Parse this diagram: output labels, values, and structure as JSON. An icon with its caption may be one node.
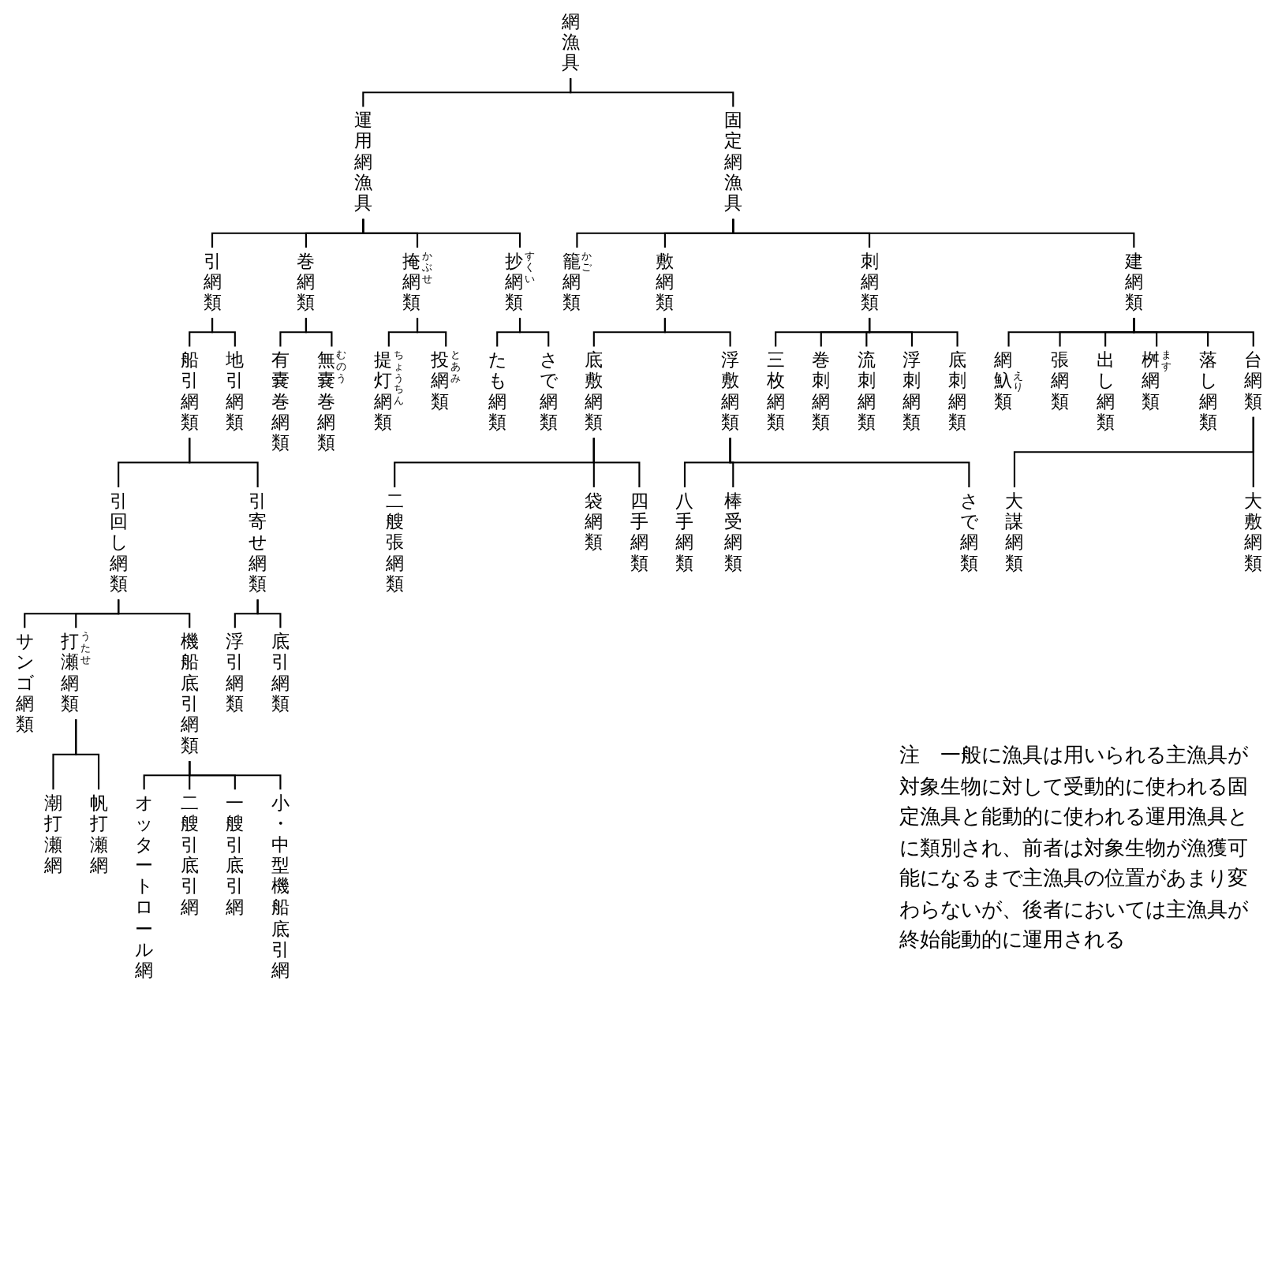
{
  "diagram": {
    "nodes": [
      {
        "text": [
          "網漁具"
        ]
      },
      {
        "text": [
          "運用網漁具"
        ]
      },
      {
        "text": [
          "引網類"
        ]
      },
      {
        "text": [
          "船引網類"
        ]
      },
      {
        "text": [
          "引回し網類"
        ]
      },
      {
        "text": [
          "サンゴ網類"
        ]
      },
      {
        "text": [
          "打瀬網類"
        ],
        "beside": [
          "うたせ"
        ]
      },
      {
        "text": [
          "潮打瀬網"
        ]
      },
      {
        "text": [
          "帆打瀬網"
        ]
      },
      {
        "text": [
          "機船底引網類"
        ]
      },
      {
        "text": [
          "オッタートロール網"
        ]
      },
      {
        "text": [
          "二艘引底引網"
        ]
      },
      {
        "text": [
          "一艘引底引網"
        ]
      },
      {
        "text": [
          "小・中型機船底引網"
        ]
      },
      {
        "text": [
          "引寄せ網類"
        ]
      },
      {
        "text": [
          "浮引網類"
        ]
      },
      {
        "text": [
          "底引網類"
        ]
      },
      {
        "text": [
          "地引網類"
        ]
      },
      {
        "text": [
          "巻網類"
        ]
      },
      {
        "text": [
          "有嚢巻網類"
        ]
      },
      {
        "text": [
          "無嚢巻網類"
        ],
        "beside": [
          "むのう"
        ]
      },
      {
        "text": [
          "掩網類"
        ],
        "beside": [
          "かぶせ"
        ]
      },
      {
        "text": [
          "提灯網類"
        ],
        "beside": [
          "ちょうちん"
        ]
      },
      {
        "text": [
          "投網類"
        ],
        "beside": [
          "とあみ"
        ]
      },
      {
        "text": [
          "抄網類"
        ],
        "beside": [
          "すくい"
        ]
      },
      {
        "text": [
          "たも網類"
        ]
      },
      {
        "text": [
          "さで網類"
        ]
      },
      {
        "text": [
          "固定網漁具"
        ]
      },
      {
        "text": [
          "籠網類"
        ],
        "beside": [
          "かご"
        ]
      },
      {
        "text": [
          "敷網類"
        ]
      },
      {
        "text": [
          "底敷網類"
        ]
      },
      {
        "text": [
          "二艘張網類"
        ]
      },
      {
        "text": [
          "袋網類"
        ]
      },
      {
        "text": [
          "四手網類"
        ]
      },
      {
        "text": [
          "浮敷網類"
        ]
      },
      {
        "text": [
          "八手網類"
        ]
      },
      {
        "text": [
          "棒受網類"
        ]
      },
      {
        "text": [
          "さで網類"
        ]
      },
      {
        "text": [
          "刺網類"
        ]
      },
      {
        "text": [
          "三枚網類"
        ]
      },
      {
        "text": [
          "巻刺網類"
        ]
      },
      {
        "text": [
          "流刺網類"
        ]
      },
      {
        "text": [
          "浮刺網類"
        ]
      },
      {
        "text": [
          "底刺網類"
        ]
      },
      {
        "text": [
          "建網類"
        ]
      },
      {
        "text": [
          "網魞類"
        ],
        "beside": [
          "えり"
        ]
      },
      {
        "text": [
          "張網類"
        ]
      },
      {
        "text": [
          "出し網類"
        ]
      },
      {
        "text": [
          "桝網類"
        ],
        "beside": [
          "ます"
        ]
      },
      {
        "text": [
          "落し網類"
        ]
      },
      {
        "text": [
          "台網類"
        ]
      },
      {
        "text": [
          "大謀網類"
        ]
      },
      {
        "text": [
          "大敷網類"
        ]
      }
    ],
    "edges": [
      {
        "from": 0,
        "to": 1,
        "arrow": "none"
      },
      {
        "from": 1,
        "to": 2,
        "arrow": "none"
      },
      {
        "from": 2,
        "to": 3,
        "arrow": "none"
      },
      {
        "from": 3,
        "to": 4,
        "arrow": "none"
      },
      {
        "from": 4,
        "to": 5,
        "arrow": "none"
      },
      {
        "from": 4,
        "to": 6,
        "arrow": "none"
      },
      {
        "from": 6,
        "to": 7,
        "arrow": "none"
      },
      {
        "from": 6,
        "to": 8,
        "arrow": "none"
      },
      {
        "from": 4,
        "to": 9,
        "arrow": "none"
      },
      {
        "from": 9,
        "to": 10,
        "arrow": "none"
      },
      {
        "from": 9,
        "to": 11,
        "arrow": "none"
      },
      {
        "from": 9,
        "to": 12,
        "arrow": "none"
      },
      {
        "from": 9,
        "to": 13,
        "arrow": "none"
      },
      {
        "from": 3,
        "to": 14,
        "arrow": "none"
      },
      {
        "from": 14,
        "to": 15,
        "arrow": "none"
      },
      {
        "from": 14,
        "to": 16,
        "arrow": "none"
      },
      {
        "from": 2,
        "to": 17,
        "arrow": "none"
      },
      {
        "from": 1,
        "to": 18,
        "arrow": "none"
      },
      {
        "from": 18,
        "to": 19,
        "arrow": "none"
      },
      {
        "from": 18,
        "to": 20,
        "arrow": "none"
      },
      {
        "from": 1,
        "to": 21,
        "arrow": "none"
      },
      {
        "from": 21,
        "to": 22,
        "arrow": "none"
      },
      {
        "from": 21,
        "to": 23,
        "arrow": "none"
      },
      {
        "from": 1,
        "to": 24,
        "arrow": "none"
      },
      {
        "from": 24,
        "to": 25,
        "arrow": "none"
      },
      {
        "from": 24,
        "to": 26,
        "arrow": "none"
      },
      {
        "from": 0,
        "to": 27,
        "arrow": "none"
      },
      {
        "from": 27,
        "to": 28,
        "arrow": "none"
      },
      {
        "from": 27,
        "to": 29,
        "arrow": "none"
      },
      {
        "from": 29,
        "to": 30,
        "arrow": "none"
      },
      {
        "from": 30,
        "to": 31,
        "arrow": "none"
      },
      {
        "from": 30,
        "to": 32,
        "arrow": "none"
      },
      {
        "from": 30,
        "to": 33,
        "arrow": "none"
      },
      {
        "from": 29,
        "to": 34,
        "arrow": "none"
      },
      {
        "from": 34,
        "to": 35,
        "arrow": "none"
      },
      {
        "from": 34,
        "to": 36,
        "arrow": "none"
      },
      {
        "from": 34,
        "to": 37,
        "arrow": "none"
      },
      {
        "from": 27,
        "to": 38,
        "arrow": "none"
      },
      {
        "from": 38,
        "to": 39,
        "arrow": "none"
      },
      {
        "from": 38,
        "to": 40,
        "arrow": "none"
      },
      {
        "from": 38,
        "to": 41,
        "arrow": "none"
      },
      {
        "from": 38,
        "to": 42,
        "arrow": "none"
      },
      {
        "from": 38,
        "to": 43,
        "arrow": "none"
      },
      {
        "from": 27,
        "to": 44,
        "arrow": "none"
      },
      {
        "from": 44,
        "to": 45,
        "arrow": "none"
      },
      {
        "from": 44,
        "to": 46,
        "arrow": "none"
      },
      {
        "from": 44,
        "to": 47,
        "arrow": "none"
      },
      {
        "from": 44,
        "to": 48,
        "arrow": "none"
      },
      {
        "from": 44,
        "to": 49,
        "arrow": "none"
      },
      {
        "from": 44,
        "to": 50,
        "arrow": "none"
      },
      {
        "from": 50,
        "to": 51,
        "arrow": "none"
      },
      {
        "from": 50,
        "to": 52,
        "arrow": "none"
      }
    ],
    "labels": [
      "注　一般に漁具は用いられる主漁具が対象生物に対して受動的に使われる固定漁具と能動的に使われる運用漁具とに類別され、前者は対象生物が漁獲可能になるまで主漁具の位置があまり変わらないが、後者においては主漁具が終始能動的に運用される"
    ]
  }
}
